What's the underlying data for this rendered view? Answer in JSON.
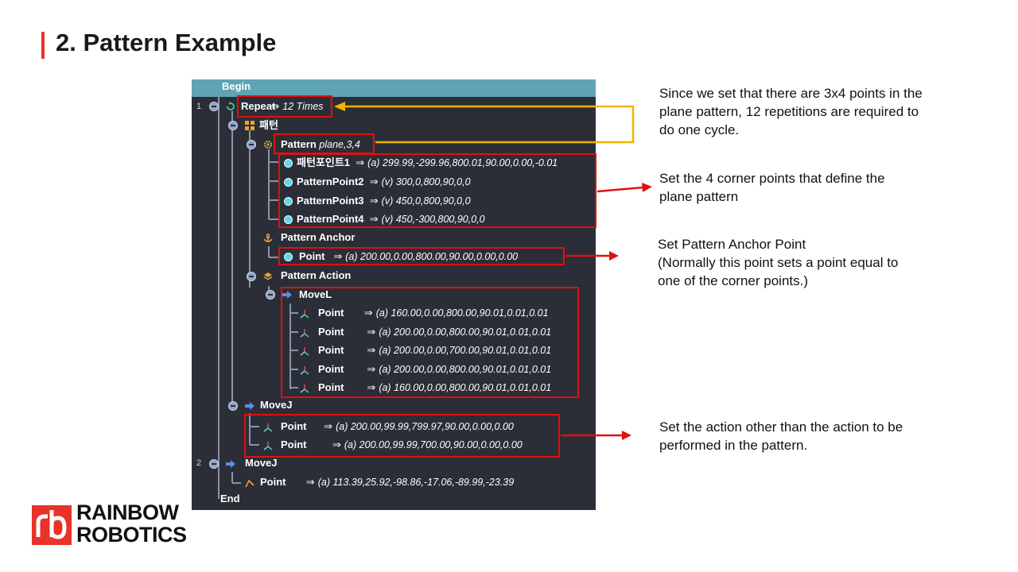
{
  "slide": {
    "title": "2. Pattern Example"
  },
  "tree": {
    "begin": "Begin",
    "end": "End",
    "line_numbers": [
      "1",
      "2"
    ],
    "repeat": {
      "name": "Repeat",
      "value": "12 Times"
    },
    "pattern_group": {
      "name": "패턴"
    },
    "pattern": {
      "name": "Pattern",
      "value": "plane,3,4"
    },
    "pattern_points": [
      {
        "name": "패턴포인트1",
        "value": "(a) 299.99,-299.96,800.01,90.00,0.00,-0.01"
      },
      {
        "name": "PatternPoint2",
        "value": "(v) 300,0,800,90,0,0"
      },
      {
        "name": "PatternPoint3",
        "value": "(v) 450,0,800,90,0,0"
      },
      {
        "name": "PatternPoint4",
        "value": "(v) 450,-300,800,90,0,0"
      }
    ],
    "anchor": {
      "name": "Pattern Anchor",
      "point_name": "Point",
      "point_value": "(a) 200.00,0.00,800.00,90.00,0.00,0.00"
    },
    "action": {
      "name": "Pattern Action",
      "movel": "MoveL"
    },
    "movel_points": [
      {
        "name": "Point",
        "value": "(a) 160.00,0.00,800.00,90.01,0.01,0.01"
      },
      {
        "name": "Point",
        "value": "(a) 200.00,0.00,800.00,90.01,0.01,0.01"
      },
      {
        "name": "Point",
        "value": "(a) 200.00,0.00,700.00,90.01,0.01,0.01"
      },
      {
        "name": "Point",
        "value": "(a) 200.00,0.00,800.00,90.01,0.01,0.01"
      },
      {
        "name": "Point",
        "value": "(a) 160.00,0.00,800.00,90.01,0.01,0.01"
      }
    ],
    "movej_inner": "MoveJ",
    "movej_inner_points": [
      {
        "name": "Point",
        "value": "(a) 200.00,99.99,799.97,90.00,0.00,0.00"
      },
      {
        "name": "Point",
        "value": "(a) 200.00,99.99,700.00,90.00,0.00,0.00"
      }
    ],
    "movej_outer": "MoveJ",
    "movej_outer_point": {
      "name": "Point",
      "value": "(a) 113.39,25.92,-98.86,-17.06,-89.99,-23.39"
    },
    "arrow_glyph": "⇒"
  },
  "notes": {
    "repeat": [
      "Since we set that there are 3x4 points in the",
      "plane pattern, 12  repetitions are required to",
      "do one cycle."
    ],
    "corners": [
      "Set the 4 corner points that define the",
      "plane pattern"
    ],
    "anchor": [
      "Set Pattern Anchor Point",
      "(Normally this point sets a point equal to",
      "one of the corner points.)"
    ],
    "action": [
      "Set the action other than the action to be",
      "performed in the pattern."
    ]
  },
  "logo": {
    "line1": "RAINBOW",
    "line2": "ROBOTICS",
    "mark": "rb"
  },
  "colors": {
    "accent_red": "#e8322a",
    "highlight_red": "#e01010",
    "connector_yellow": "#f0b400",
    "panel_bg": "#2b2e36",
    "panel_header": "#5fa3b5",
    "point_dot": "#5fd8e8"
  }
}
